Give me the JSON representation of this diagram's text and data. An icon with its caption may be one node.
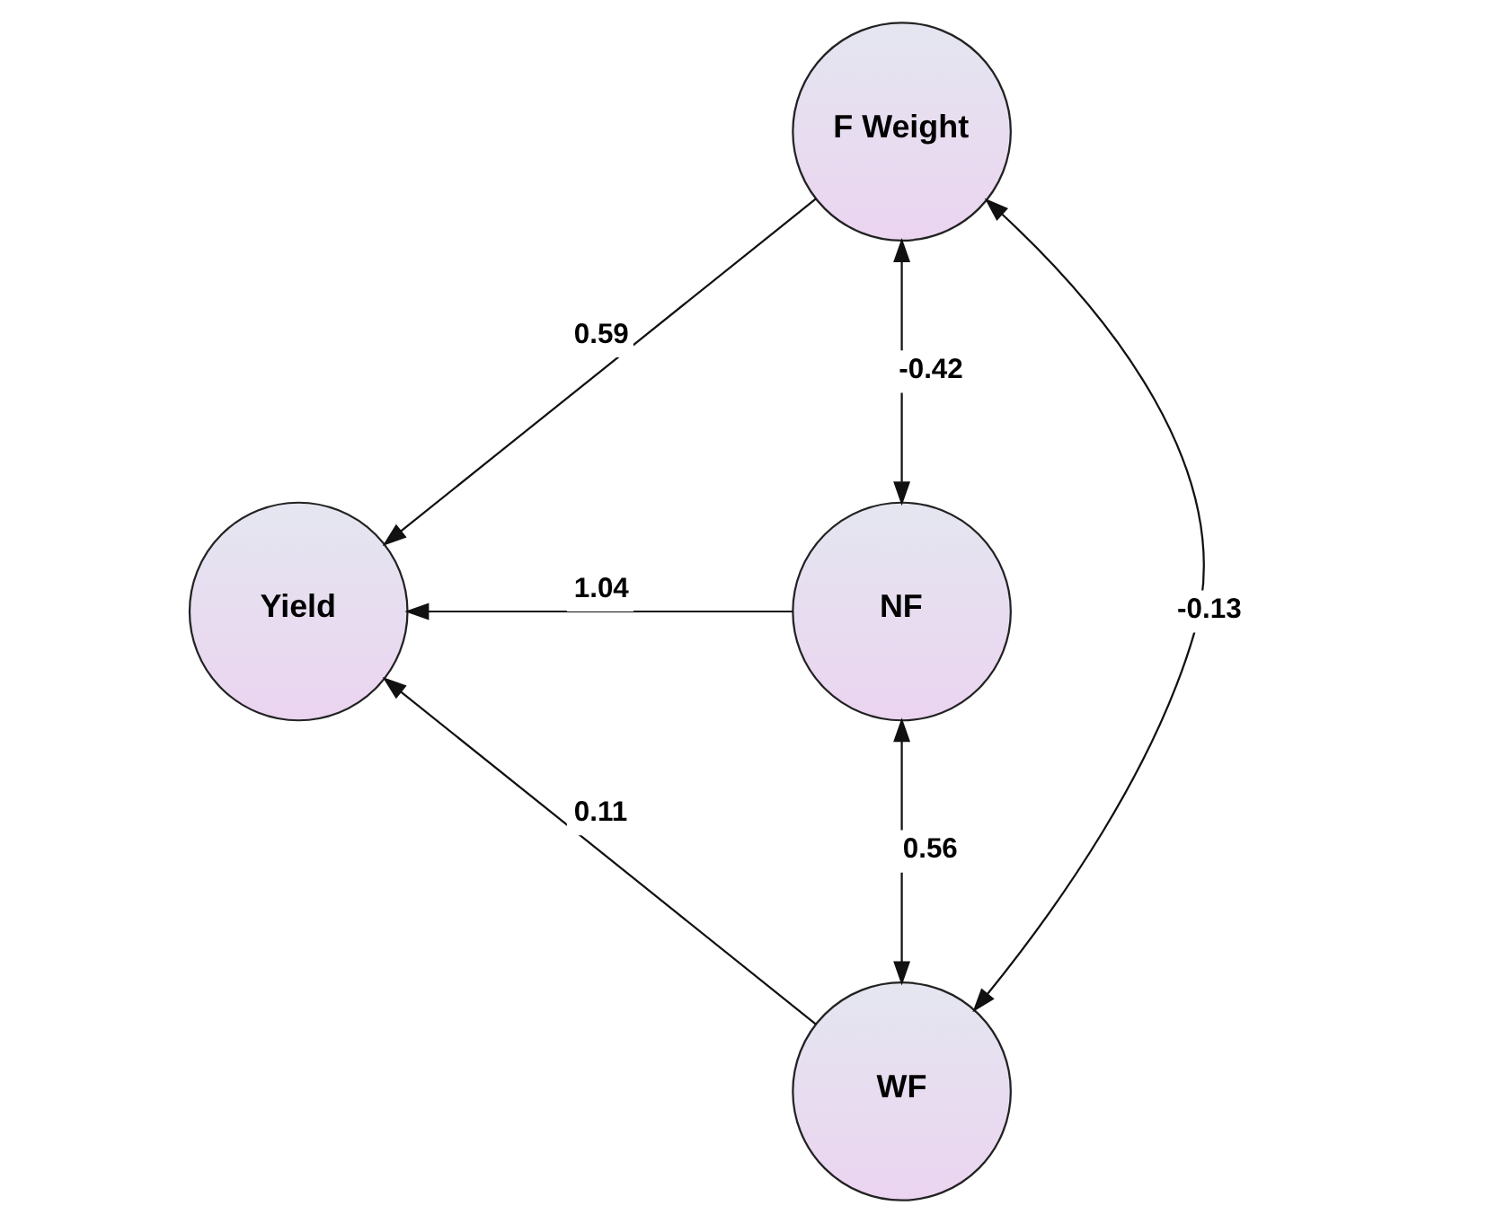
{
  "diagram": {
    "nodes": [
      {
        "text": [
          "F Weight"
        ]
      },
      {
        "text": [
          "Yield"
        ]
      },
      {
        "text": [
          "NF"
        ]
      },
      {
        "text": [
          "WF"
        ]
      }
    ],
    "edges": [
      {
        "from": 0,
        "to": 1,
        "arrow": "to",
        "label": "0.59"
      },
      {
        "from": 2,
        "to": 1,
        "arrow": "to",
        "label": "1.04"
      },
      {
        "from": 3,
        "to": 1,
        "arrow": "to",
        "label": "0.11"
      },
      {
        "from": 0,
        "to": 2,
        "arrow": "both",
        "label": "-0.42"
      },
      {
        "from": 2,
        "to": 3,
        "arrow": "both",
        "label": "0.56"
      },
      {
        "from": 0,
        "to": 3,
        "arrow": "both",
        "label": "-0.13"
      }
    ]
  }
}
